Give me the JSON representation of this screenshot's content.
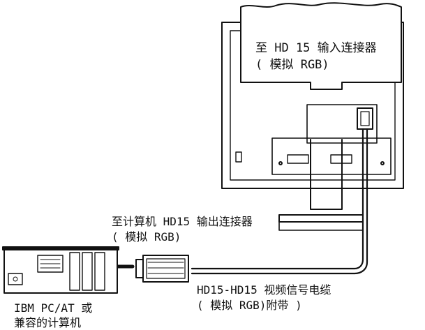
{
  "labels": {
    "monitor_input_line1": "至 HD 15 输入连接器",
    "monitor_input_line2": "( 模拟 RGB)",
    "computer_output_line1": "至计算机 HD15 输出连接器",
    "computer_output_line2": "( 模拟 RGB)",
    "cable_line1": "HD15-HD15 视频信号电缆",
    "cable_line2": "( 模拟 RGB)附带   )",
    "computer_line1": "IBM PC/AT 或",
    "computer_line2": "兼容的计算机"
  }
}
